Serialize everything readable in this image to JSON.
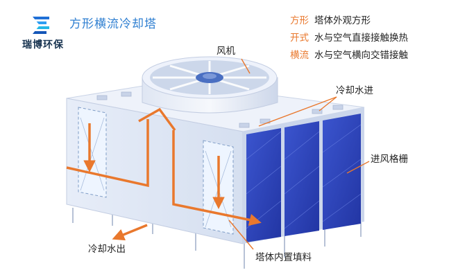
{
  "brand": {
    "name": "瑞博环保",
    "logo_colors": [
      "#1f6fd6",
      "#2e9ef2",
      "#23b7e6",
      "#1556b8"
    ]
  },
  "title": "方形横流冷却塔",
  "legend": [
    {
      "key": "方形",
      "desc": "塔体外观方形"
    },
    {
      "key": "开式",
      "desc": "水与空气直接接触换热"
    },
    {
      "key": "横流",
      "desc": "水与空气横向交错接触"
    }
  ],
  "labels": {
    "fan": "风机",
    "water_in": "冷却水进",
    "air_louver": "进风格栅",
    "water_out": "冷却水出",
    "fill": "塔体内置填料"
  },
  "colors": {
    "accent": "#e9782d",
    "title": "#2f7fd1",
    "louver": "#2c44b8",
    "tower_body": "#dfe7f5",
    "tower_top": "#eef2fa"
  }
}
